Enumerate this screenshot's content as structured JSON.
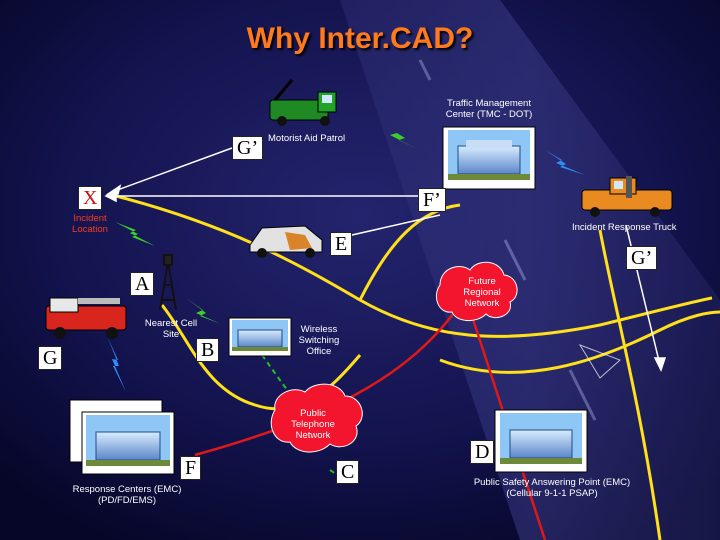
{
  "title": "Why Inter.CAD?",
  "nodes": {
    "tmc": "Traffic Management Center (TMC - DOT)",
    "motorist_aid": "Motorist Aid Patrol",
    "incident": "Incident Location",
    "response_truck": "Incident Response Truck",
    "future_network": "Future Regional Network",
    "cell_site": "Nearest Cell Site",
    "wireless_office": "Wireless Switching Office",
    "pstn": "Public Telephone Network",
    "response_centers": "Response Centers (EMC) (PD/FD/EMS)",
    "psap": "Public Safety Answering Point (EMC) (Cellular 9-1-1 PSAP)"
  },
  "tags": {
    "x": "X",
    "g_prime_top": "G’",
    "f_prime": "F’",
    "e": "E",
    "g_prime_right": "G’",
    "a": "A",
    "b": "B",
    "g": "G",
    "f": "F",
    "c": "C",
    "d": "D"
  },
  "colors": {
    "title": "#ff7a1c",
    "label_red": "#ff3b1e",
    "yellow_link": "#ffe01a",
    "red_link": "#e01818",
    "green_link": "#22c022",
    "lightning_green": "#3ccf2a",
    "lightning_blue": "#2f8ef5",
    "cloud": "#f3142e"
  }
}
